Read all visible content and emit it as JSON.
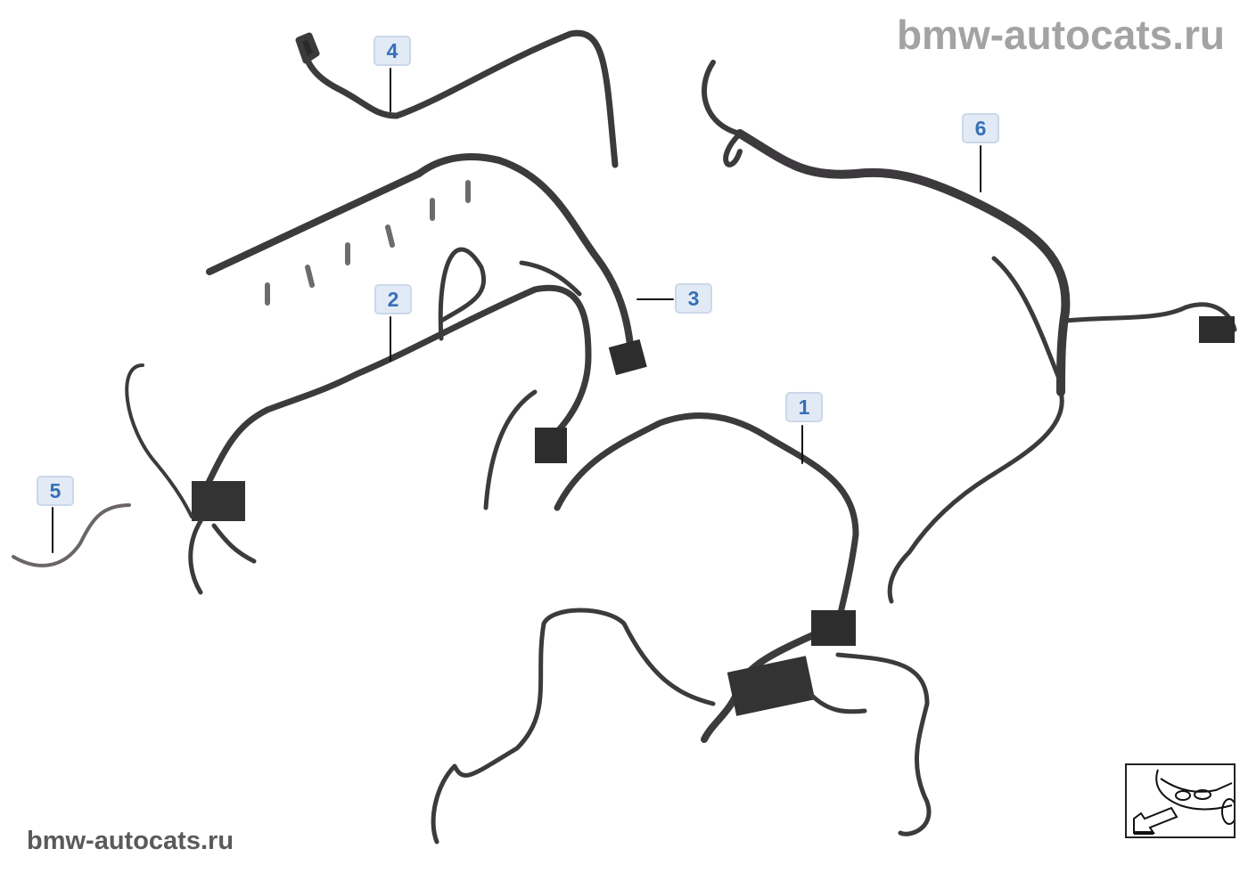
{
  "watermark_top": "bmw-autocats.ru",
  "watermark_bottom": "bmw-autocats.ru",
  "callouts": [
    "1",
    "2",
    "3",
    "4",
    "5",
    "6"
  ],
  "colors": {
    "callout_bg": "#e2eaf5",
    "callout_text": "#3670b8",
    "wire": "#3c3a3c",
    "wire_highlight": "#8a8589"
  },
  "view_icon": "front-view-arrow-icon"
}
